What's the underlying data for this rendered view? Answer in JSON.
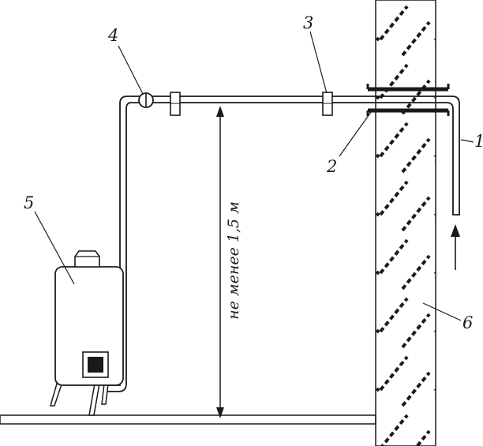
{
  "labels": {
    "item1": "1",
    "item2": "2",
    "item3": "3",
    "item4": "4",
    "item5": "5",
    "item6": "6"
  },
  "dimension": {
    "text": "не менее 1,5 м"
  }
}
